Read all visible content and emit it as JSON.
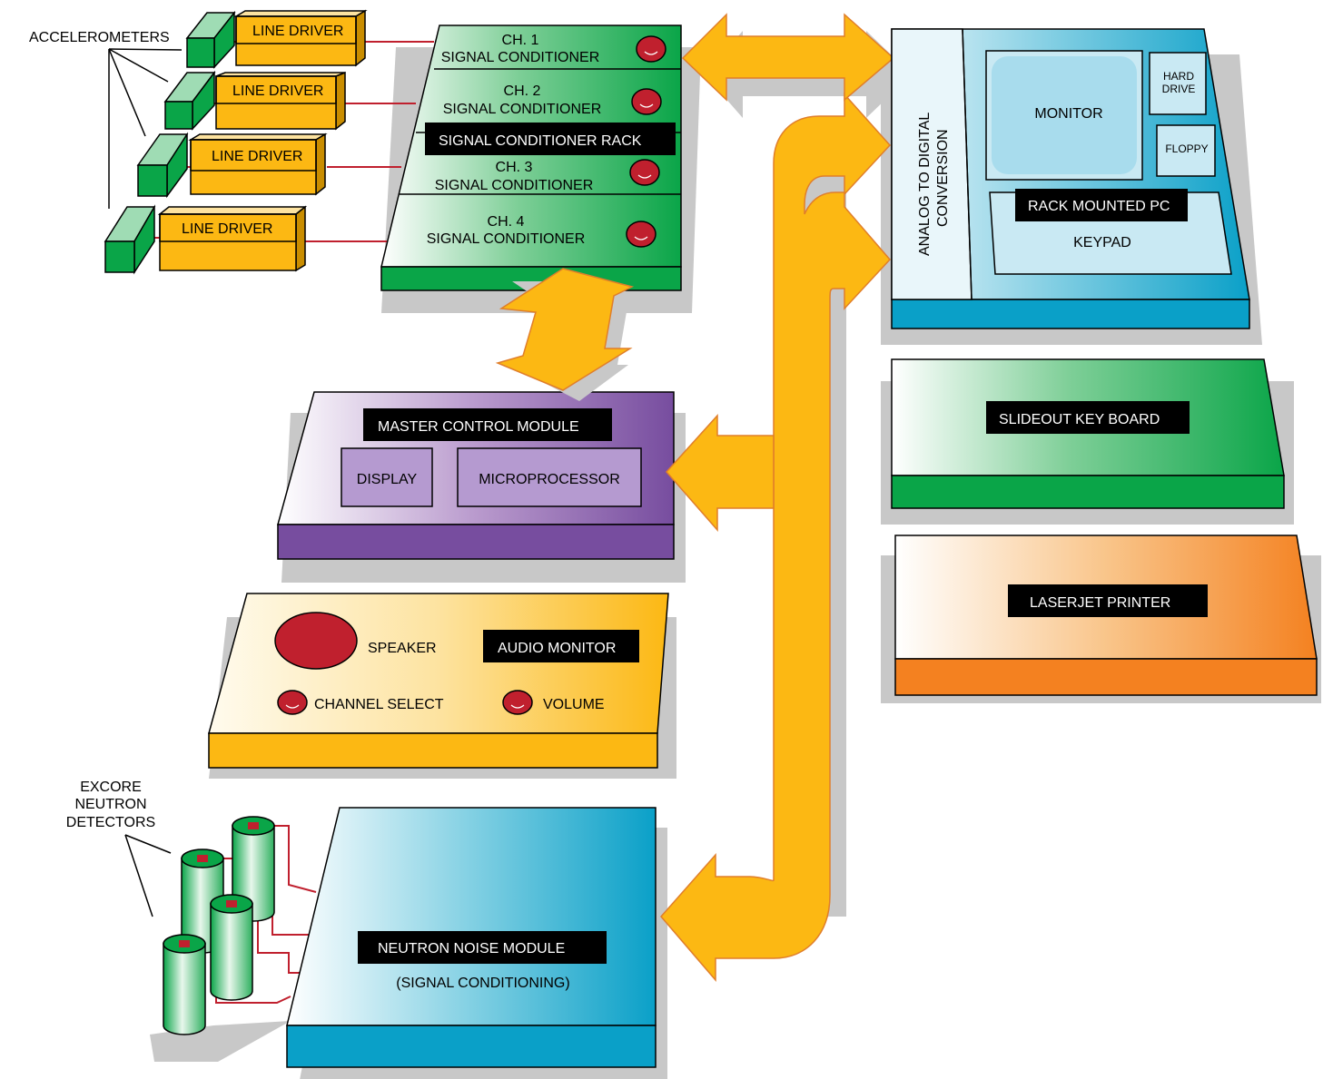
{
  "accelerometers": {
    "label": "ACCELEROMETERS",
    "line_drivers": [
      "LINE DRIVER",
      "LINE DRIVER",
      "LINE DRIVER",
      "LINE DRIVER"
    ]
  },
  "signal_conditioner_rack": {
    "title": "SIGNAL CONDITIONER RACK",
    "channels": [
      {
        "ch": "CH. 1",
        "label": "SIGNAL CONDITIONER"
      },
      {
        "ch": "CH. 2",
        "label": "SIGNAL CONDITIONER"
      },
      {
        "ch": "CH. 3",
        "label": "SIGNAL CONDITIONER"
      },
      {
        "ch": "CH. 4",
        "label": "SIGNAL CONDITIONER"
      }
    ]
  },
  "master_control_module": {
    "title": "MASTER CONTROL MODULE",
    "display": "DISPLAY",
    "microprocessor": "MICROPROCESSOR"
  },
  "audio_monitor": {
    "title": "AUDIO MONITOR",
    "speaker": "SPEAKER",
    "channel_select": "CHANNEL SELECT",
    "volume": "VOLUME"
  },
  "excore_detectors": {
    "line1": "EXCORE",
    "line2": "NEUTRON",
    "line3": "DETECTORS"
  },
  "neutron_noise_module": {
    "title": "NEUTRON NOISE MODULE",
    "subtitle": "(SIGNAL CONDITIONING)"
  },
  "rack_pc": {
    "title": "RACK MOUNTED PC",
    "adc_line1": "ANALOG TO DIGITAL",
    "adc_line2": "CONVERSION",
    "monitor": "MONITOR",
    "hard_drive_1": "HARD",
    "hard_drive_2": "DRIVE",
    "floppy": "FLOPPY",
    "keypad": "KEYPAD"
  },
  "slideout_keyboard": {
    "title": "SLIDEOUT KEY BOARD"
  },
  "laserjet_printer": {
    "title": "LASERJET PRINTER"
  },
  "colors": {
    "green": "#0aa548",
    "yellow": "#fcb813",
    "orange": "#f48120",
    "purple": "#774d9f",
    "blue": "#0aa0c8",
    "red": "#c0202e",
    "arrow": "#fcb813",
    "shadow": "#c8c8c8"
  }
}
